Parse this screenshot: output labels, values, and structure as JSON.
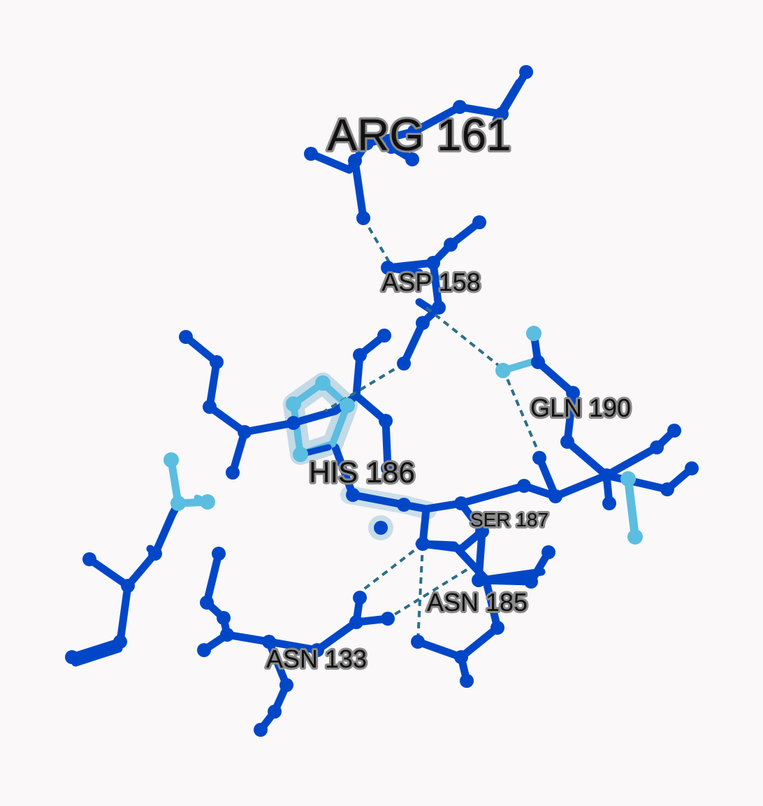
{
  "colors": {
    "background": "#faf8f8",
    "carbon": "#0047c8",
    "highlight_atom": "#5bbde0",
    "hbond": "#2a6f8a"
  },
  "labels": {
    "arg161": "ARG 161",
    "asp158": "ASP 158",
    "gln190": "GLN 190",
    "his186": "HIS 186",
    "ser187": "SER 187",
    "asn185": "ASN 185",
    "asn133": "ASN 133"
  }
}
